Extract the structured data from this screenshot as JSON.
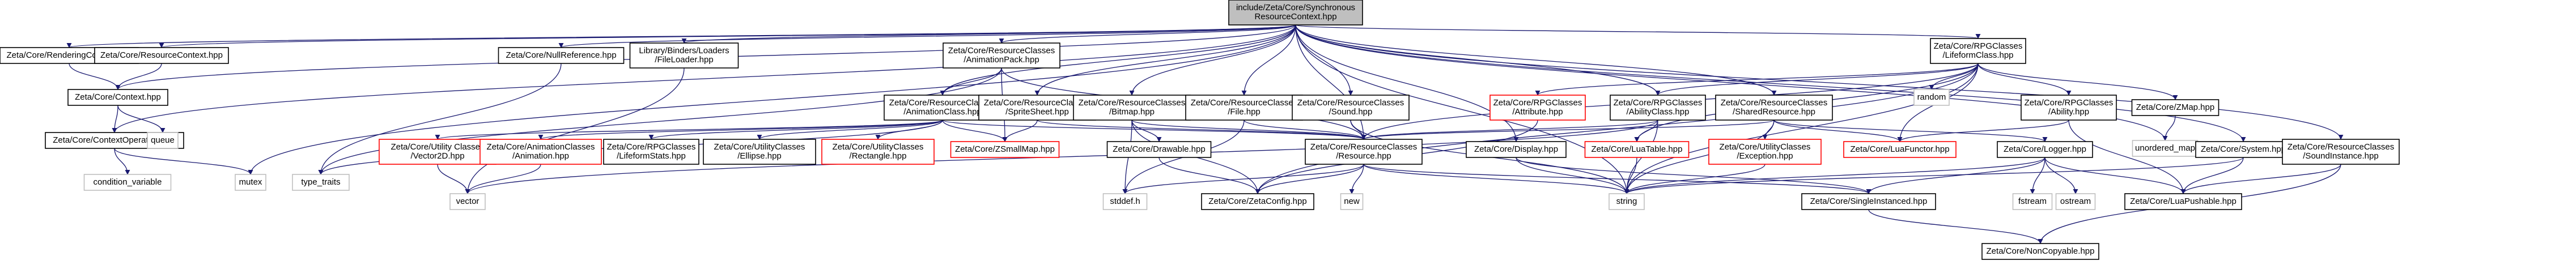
{
  "diagram": {
    "colors": {
      "edge": "#191970",
      "root_fill": "#bfbfbf",
      "node_fill": "#ffffff",
      "node_border": "#000000",
      "missing_border": "#ff0000",
      "external_border": "#bfbfbf"
    },
    "nodes": [
      {
        "id": "root",
        "lines": [
          "include/Zeta/Core/Synchronous",
          "ResourceContext.hpp"
        ],
        "style": "root"
      },
      {
        "id": "renderctx",
        "lines": [
          "Zeta/Core/RenderingContext.hpp"
        ],
        "style": "normal"
      },
      {
        "id": "resctx",
        "lines": [
          "Zeta/Core/ResourceContext.hpp"
        ],
        "style": "normal"
      },
      {
        "id": "context",
        "lines": [
          "Zeta/Core/Context.hpp"
        ],
        "style": "normal"
      },
      {
        "id": "ctxop",
        "lines": [
          "Zeta/Core/ContextOperation.hpp"
        ],
        "style": "normal"
      },
      {
        "id": "condvar",
        "lines": [
          "condition_variable"
        ],
        "style": "external"
      },
      {
        "id": "queue",
        "lines": [
          "queue"
        ],
        "style": "external"
      },
      {
        "id": "mutex",
        "lines": [
          "mutex"
        ],
        "style": "external"
      },
      {
        "id": "typetraits",
        "lines": [
          "type_traits"
        ],
        "style": "external"
      },
      {
        "id": "nullref",
        "lines": [
          "Zeta/Core/NullReference.hpp"
        ],
        "style": "normal"
      },
      {
        "id": "fileloader",
        "lines": [
          "Library/Binders/Loaders",
          "/FileLoader.hpp"
        ],
        "style": "normal"
      },
      {
        "id": "animpack",
        "lines": [
          "Zeta/Core/ResourceClasses",
          "/AnimationPack.hpp"
        ],
        "style": "normal"
      },
      {
        "id": "animclass",
        "lines": [
          "Zeta/Core/ResourceClasses",
          "/AnimationClass.hpp"
        ],
        "style": "normal"
      },
      {
        "id": "spritesheet",
        "lines": [
          "Zeta/Core/ResourceClasses",
          "/SpriteSheet.hpp"
        ],
        "style": "normal"
      },
      {
        "id": "bitmap",
        "lines": [
          "Zeta/Core/ResourceClasses",
          "/Bitmap.hpp"
        ],
        "style": "normal"
      },
      {
        "id": "filehpp",
        "lines": [
          "Zeta/Core/ResourceClasses",
          "/File.hpp"
        ],
        "style": "normal"
      },
      {
        "id": "soundhpp",
        "lines": [
          "Zeta/Core/ResourceClasses",
          "/Sound.hpp"
        ],
        "style": "normal"
      },
      {
        "id": "attribute",
        "lines": [
          "Zeta/Core/RPGClasses",
          "/Attribute.hpp"
        ],
        "style": "missing"
      },
      {
        "id": "abilityclass",
        "lines": [
          "Zeta/Core/RPGClasses",
          "/AbilityClass.hpp"
        ],
        "style": "normal"
      },
      {
        "id": "sharedres",
        "lines": [
          "Zeta/Core/ResourceClasses",
          "/SharedResource.hpp"
        ],
        "style": "normal"
      },
      {
        "id": "lifeformclass",
        "lines": [
          "Zeta/Core/RPGClasses",
          "/LifeformClass.hpp"
        ],
        "style": "normal"
      },
      {
        "id": "random",
        "lines": [
          "random"
        ],
        "style": "external"
      },
      {
        "id": "ability",
        "lines": [
          "Zeta/Core/RPGClasses",
          "/Ability.hpp"
        ],
        "style": "normal"
      },
      {
        "id": "zmap",
        "lines": [
          "Zeta/Core/ZMap.hpp"
        ],
        "style": "normal"
      },
      {
        "id": "unorderedmap",
        "lines": [
          "unordered_map"
        ],
        "style": "external"
      },
      {
        "id": "vector2d",
        "lines": [
          "Zeta/Core/Utility Classes",
          "/Vector2D.hpp"
        ],
        "style": "missing"
      },
      {
        "id": "animation",
        "lines": [
          "Zeta/Core/AnimationClasses",
          "/Animation.hpp"
        ],
        "style": "missing"
      },
      {
        "id": "lifeformstats",
        "lines": [
          "Zeta/Core/RPGClasses",
          "/LifeformStats.hpp"
        ],
        "style": "normal"
      },
      {
        "id": "ellipse",
        "lines": [
          "Zeta/Core/UtilityClasses",
          "/Ellipse.hpp"
        ],
        "style": "normal"
      },
      {
        "id": "rectangle",
        "lines": [
          "Zeta/Core/UtilityClasses",
          "/Rectangle.hpp"
        ],
        "style": "missing"
      },
      {
        "id": "zsmallmap",
        "lines": [
          "Zeta/Core/ZSmallMap.hpp"
        ],
        "style": "missing"
      },
      {
        "id": "drawable",
        "lines": [
          "Zeta/Core/Drawable.hpp"
        ],
        "style": "normal"
      },
      {
        "id": "resourcehpp",
        "lines": [
          "Zeta/Core/ResourceClasses",
          "/Resource.hpp"
        ],
        "style": "normal"
      },
      {
        "id": "display",
        "lines": [
          "Zeta/Core/Display.hpp"
        ],
        "style": "normal"
      },
      {
        "id": "luatable",
        "lines": [
          "Zeta/Core/LuaTable.hpp"
        ],
        "style": "missing"
      },
      {
        "id": "exception",
        "lines": [
          "Zeta/Core/UtilityClasses",
          "/Exception.hpp"
        ],
        "style": "missing"
      },
      {
        "id": "luafunctor",
        "lines": [
          "Zeta/Core/LuaFunctor.hpp"
        ],
        "style": "missing"
      },
      {
        "id": "logger",
        "lines": [
          "Zeta/Core/Logger.hpp"
        ],
        "style": "normal"
      },
      {
        "id": "system",
        "lines": [
          "Zeta/Core/System.hpp"
        ],
        "style": "normal"
      },
      {
        "id": "soundinst",
        "lines": [
          "Zeta/Core/ResourceClasses",
          "/SoundInstance.hpp"
        ],
        "style": "normal"
      },
      {
        "id": "vector",
        "lines": [
          "vector"
        ],
        "style": "external"
      },
      {
        "id": "stddef",
        "lines": [
          "stddef.h"
        ],
        "style": "external"
      },
      {
        "id": "zetaconfig",
        "lines": [
          "Zeta/Core/ZetaConfig.hpp"
        ],
        "style": "normal"
      },
      {
        "id": "newhdr",
        "lines": [
          "new"
        ],
        "style": "external"
      },
      {
        "id": "string",
        "lines": [
          "string"
        ],
        "style": "external"
      },
      {
        "id": "singleinst",
        "lines": [
          "Zeta/Core/SingleInstanced.hpp"
        ],
        "style": "normal"
      },
      {
        "id": "fstream",
        "lines": [
          "fstream"
        ],
        "style": "external"
      },
      {
        "id": "ostream",
        "lines": [
          "ostream"
        ],
        "style": "external"
      },
      {
        "id": "luapushable",
        "lines": [
          "Zeta/Core/LuaPushable.hpp"
        ],
        "style": "normal"
      },
      {
        "id": "noncopyable",
        "lines": [
          "Zeta/Core/NonCopyable.hpp"
        ],
        "style": "normal"
      }
    ],
    "edges": [
      [
        "root",
        "renderctx"
      ],
      [
        "root",
        "resctx"
      ],
      [
        "root",
        "context"
      ],
      [
        "root",
        "ctxop"
      ],
      [
        "root",
        "mutex"
      ],
      [
        "root",
        "nullref"
      ],
      [
        "root",
        "fileloader"
      ],
      [
        "root",
        "animpack"
      ],
      [
        "root",
        "animclass"
      ],
      [
        "root",
        "spritesheet"
      ],
      [
        "root",
        "bitmap"
      ],
      [
        "root",
        "filehpp"
      ],
      [
        "root",
        "soundhpp"
      ],
      [
        "root",
        "abilityclass"
      ],
      [
        "root",
        "sharedres"
      ],
      [
        "root",
        "lifeformclass"
      ],
      [
        "root",
        "resourcehpp"
      ],
      [
        "root",
        "display"
      ],
      [
        "root",
        "system"
      ],
      [
        "root",
        "soundinst"
      ],
      [
        "root",
        "string"
      ],
      [
        "root",
        "unorderedmap"
      ],
      [
        "renderctx",
        "context"
      ],
      [
        "resctx",
        "context"
      ],
      [
        "context",
        "ctxop"
      ],
      [
        "context",
        "queue"
      ],
      [
        "ctxop",
        "condvar"
      ],
      [
        "ctxop",
        "mutex"
      ],
      [
        "nullref",
        "typetraits"
      ],
      [
        "fileloader",
        "vector"
      ],
      [
        "animpack",
        "animclass"
      ],
      [
        "animpack",
        "zsmallmap"
      ],
      [
        "animpack",
        "resourcehpp"
      ],
      [
        "animpack",
        "typetraits"
      ],
      [
        "animclass",
        "vector2d"
      ],
      [
        "animclass",
        "animation"
      ],
      [
        "animclass",
        "lifeformstats"
      ],
      [
        "animclass",
        "ellipse"
      ],
      [
        "animclass",
        "rectangle"
      ],
      [
        "animclass",
        "zsmallmap"
      ],
      [
        "animclass",
        "resourcehpp"
      ],
      [
        "animclass",
        "typetraits"
      ],
      [
        "spritesheet",
        "zsmallmap"
      ],
      [
        "spritesheet",
        "resourcehpp"
      ],
      [
        "bitmap",
        "drawable"
      ],
      [
        "bitmap",
        "resourcehpp"
      ],
      [
        "bitmap",
        "stddef"
      ],
      [
        "bitmap",
        "zetaconfig"
      ],
      [
        "filehpp",
        "resourcehpp"
      ],
      [
        "filehpp",
        "stddef"
      ],
      [
        "soundhpp",
        "resourcehpp"
      ],
      [
        "soundhpp",
        "string"
      ],
      [
        "attribute",
        "zetaconfig"
      ],
      [
        "abilityclass",
        "luatable"
      ],
      [
        "abilityclass",
        "resourcehpp"
      ],
      [
        "abilityclass",
        "string"
      ],
      [
        "abilityclass",
        "vector"
      ],
      [
        "sharedres",
        "exception"
      ],
      [
        "sharedres",
        "luafunctor"
      ],
      [
        "sharedres",
        "resourcehpp"
      ],
      [
        "sharedres",
        "logger"
      ],
      [
        "sharedres",
        "string"
      ],
      [
        "lifeformclass",
        "attribute"
      ],
      [
        "lifeformclass",
        "abilityclass"
      ],
      [
        "lifeformclass",
        "random"
      ],
      [
        "lifeformclass",
        "ability"
      ],
      [
        "lifeformclass",
        "zmap"
      ],
      [
        "lifeformclass",
        "luatable"
      ],
      [
        "lifeformclass",
        "luafunctor"
      ],
      [
        "lifeformclass",
        "resourcehpp"
      ],
      [
        "lifeformclass",
        "zetaconfig"
      ],
      [
        "lifeformclass",
        "string"
      ],
      [
        "ability",
        "luafunctor"
      ],
      [
        "ability",
        "luapushable"
      ],
      [
        "zmap",
        "unorderedmap"
      ],
      [
        "vector2d",
        "vector"
      ],
      [
        "animation",
        "vector"
      ],
      [
        "drawable",
        "zetaconfig"
      ],
      [
        "resourcehpp",
        "zetaconfig"
      ],
      [
        "resourcehpp",
        "newhdr"
      ],
      [
        "resourcehpp",
        "string"
      ],
      [
        "resourcehpp",
        "stddef"
      ],
      [
        "resourcehpp",
        "singleinst"
      ],
      [
        "display",
        "singleinst"
      ],
      [
        "display",
        "string"
      ],
      [
        "luatable",
        "string"
      ],
      [
        "exception",
        "string"
      ],
      [
        "logger",
        "string"
      ],
      [
        "logger",
        "singleinst"
      ],
      [
        "logger",
        "fstream"
      ],
      [
        "logger",
        "ostream"
      ],
      [
        "logger",
        "luapushable"
      ],
      [
        "system",
        "string"
      ],
      [
        "system",
        "luapushable"
      ],
      [
        "soundinst",
        "luapushable"
      ],
      [
        "soundinst",
        "noncopyable"
      ],
      [
        "singleinst",
        "noncopyable"
      ]
    ]
  }
}
